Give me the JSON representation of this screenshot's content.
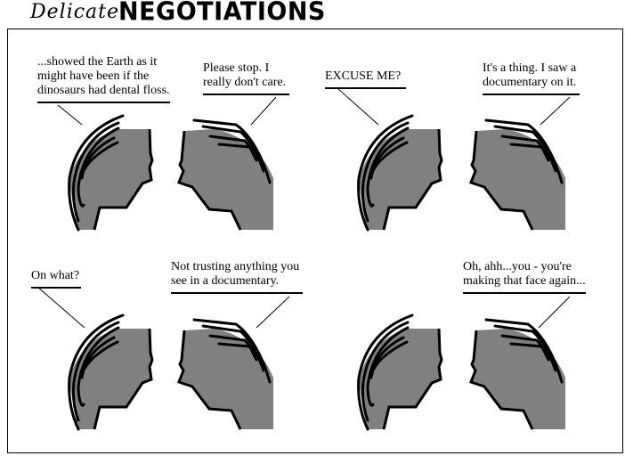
{
  "title": {
    "script": "Delicate",
    "main": "NEGOTIATIONS"
  },
  "colors": {
    "head_fill": "#808080",
    "ink": "#000000"
  },
  "panels": [
    {
      "left_speech": "...showed the Earth as it\nmight have been if the\ndinosaurs had dental floss.",
      "right_speech": "Please stop. I\nreally don't care."
    },
    {
      "left_speech": "EXCUSE ME?",
      "right_speech": "It's a thing. I saw a\ndocumentary on it."
    },
    {
      "left_speech": "On what?",
      "right_speech": "Not trusting anything you\nsee in a documentary."
    },
    {
      "left_speech": "",
      "right_speech": "Oh, ahh...you - you're\nmaking that face again..."
    }
  ]
}
